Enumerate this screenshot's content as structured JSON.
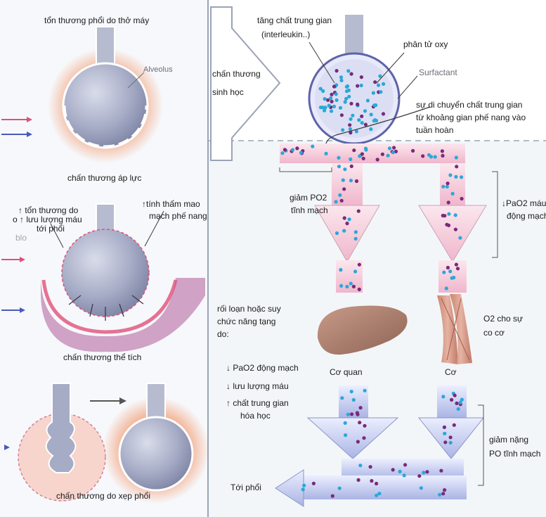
{
  "left_panel": {
    "pressure": {
      "title": "tổn thương phổi do thở máy",
      "alveolus": "Alveolus",
      "caption": "chấn thương áp lực"
    },
    "volume": {
      "note_flow_1": "↑ tổn thương do",
      "note_flow_2": "o ↑ lưu lượng máu",
      "note_flow_3": "tới phổi",
      "note_blo": "blo",
      "note_perm_1": "↑tính thấm mao",
      "note_perm_2": "mạch phế nang",
      "caption": "chấn thương thể tích"
    },
    "atelectasis": {
      "caption": "chấn thương do xẹp phổi"
    }
  },
  "biotrauma": {
    "arrow_label_1": "chấn thương",
    "arrow_label_2": "sinh học",
    "mediator_1": "tăng chất trung gian",
    "mediator_2": "(interleukin..)",
    "oxygen": "phân tử oxy",
    "surfactant": "Surfactant",
    "movement_1": "sự di chuyển chất trung gian",
    "movement_2": "từ khoảng gian phế nang vào",
    "movement_3": "tuần hoàn"
  },
  "circulation": {
    "venous_po2_1": "giảm PO2",
    "venous_po2_2": "tĩnh mạch",
    "arterial_1": "↓PaO2 máu",
    "arterial_2": "động mạch",
    "organ_dysfunction_1": "rối loạn hoặc suy",
    "organ_dysfunction_2": "chức năng tạng",
    "organ_dysfunction_3": "do:",
    "cause_1": "↓  PaO2 động mạch",
    "cause_2": "↓  lưu lượng máu",
    "cause_3a": "↑  chất trung gian",
    "cause_3b": "hóa học",
    "o2_muscle_1": "O2 cho sự",
    "o2_muscle_2": "co cơ",
    "organ_label": "Cơ quan",
    "muscle_label": "Cơ",
    "venous_drop_1": "giảm nặng",
    "venous_drop_2": "PO tĩnh mạch",
    "to_lung": "Tới phổi"
  },
  "colors": {
    "alveolus_fill": "#a6acc6",
    "halo": "#f2a07a",
    "pink_vessel": "#f4c7d6",
    "blue_vessel": "#b9c3ea",
    "oxygen_dot": "#2aa8d8",
    "mediator_dot": "#7a2a7a",
    "arrow_red": "#e0507a",
    "arrow_blue": "#4a5ab8"
  }
}
